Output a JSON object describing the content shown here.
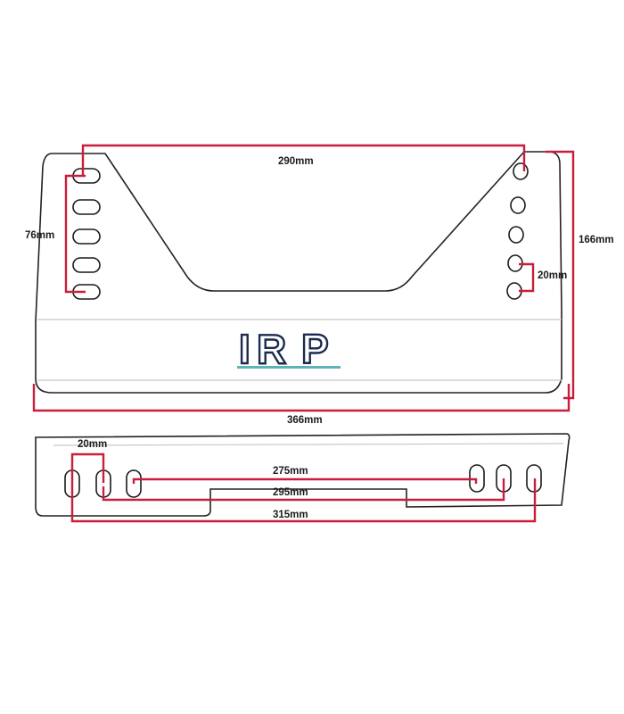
{
  "logo": {
    "letters": [
      "I",
      "R",
      "P"
    ],
    "color": "#1b2a4e",
    "accent_color": "#5fb3b8"
  },
  "dimensions": {
    "top_width": "290mm",
    "left_slot_span": "76mm",
    "right_height": "166mm",
    "right_hole_pitch": "20mm",
    "bottom_width": "366mm",
    "side_slot_pitch": "20mm",
    "side_inner_spacing": "275mm",
    "side_middle_spacing": "295mm",
    "side_outer_spacing": "315mm"
  },
  "colors": {
    "dimension_line": "#c81e3c",
    "outline": "#222222"
  }
}
